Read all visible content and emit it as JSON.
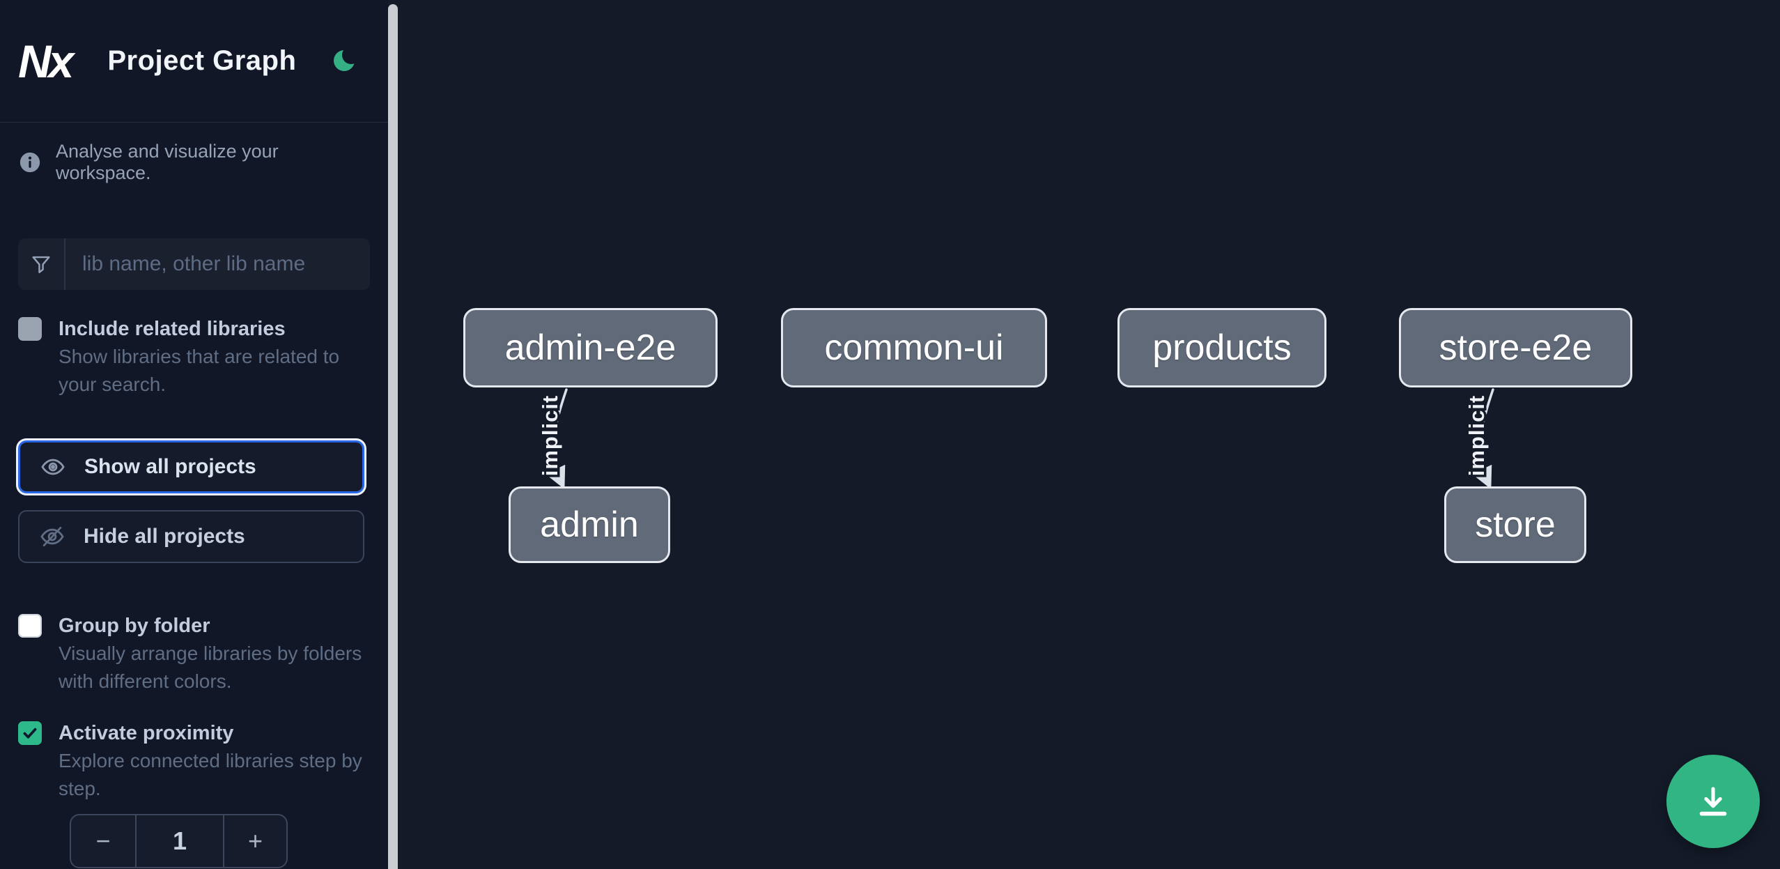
{
  "header": {
    "app_name": "Nx",
    "title": "Project Graph",
    "theme_toggle_icon": "moon"
  },
  "sidebar": {
    "tagline": "Analyse and visualize your workspace.",
    "search": {
      "placeholder": "lib name, other lib name",
      "value": ""
    },
    "include_related": {
      "label": "Include related libraries",
      "description": "Show libraries that are related to your search.",
      "checked": false
    },
    "show_all": {
      "label": "Show all projects",
      "icon": "eye-icon"
    },
    "hide_all": {
      "label": "Hide all projects",
      "icon": "eye-off-icon"
    },
    "group_by_folder": {
      "label": "Group by folder",
      "description": "Visually arrange libraries by folders with different colors.",
      "checked": false
    },
    "activate_proximity": {
      "label": "Activate proximity",
      "description": "Explore connected libraries step by step.",
      "checked": true
    },
    "proximity_depth": {
      "decrement_label": "−",
      "value": "1",
      "increment_label": "+"
    }
  },
  "graph": {
    "nodes": [
      {
        "id": "admin-e2e",
        "label": "admin-e2e"
      },
      {
        "id": "common-ui",
        "label": "common-ui"
      },
      {
        "id": "products",
        "label": "products"
      },
      {
        "id": "store-e2e",
        "label": "store-e2e"
      },
      {
        "id": "admin",
        "label": "admin"
      },
      {
        "id": "store",
        "label": "store"
      }
    ],
    "edges": [
      {
        "from": "admin-e2e",
        "to": "admin",
        "label": "implicit",
        "type": "implicit"
      },
      {
        "from": "store-e2e",
        "to": "store",
        "label": "implicit",
        "type": "implicit"
      }
    ]
  },
  "fab": {
    "icon": "download-icon"
  },
  "colors": {
    "accent_teal": "#30b583",
    "focus_blue": "#2967e8",
    "node_fill": "#606a78",
    "node_border": "#e5e9ef",
    "sidebar_bg": "#111726",
    "canvas_bg": "#141a28",
    "scrollbar": "#c9cdd2",
    "checkbox_checked": "#2eb98b"
  }
}
